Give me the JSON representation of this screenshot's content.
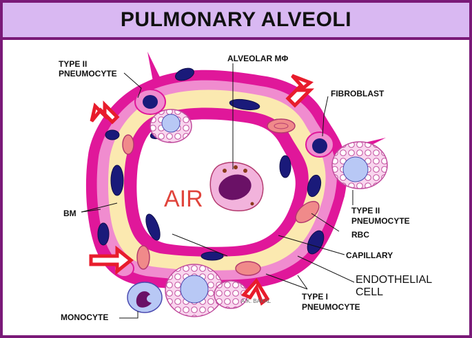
{
  "title": "PULMONARY ALVEOLI",
  "labels": {
    "type2_top_line1": "TYPE II",
    "type2_top_line2": "PNEUMOCYTE",
    "alveolar_macrophage": "ALVEOLAR MΦ",
    "fibroblast": "FIBROBLAST",
    "type2_right_line1": "TYPE II",
    "type2_right_line2": "PNEUMOCYTE",
    "rbc": "RBC",
    "capillary": "CAPILLARY",
    "endothelial_line1": "ENDOTHELIAL",
    "endothelial_line2": "CELL",
    "type1_line1": "TYPE I",
    "type1_line2": "PNEUMOCYTE",
    "bm": "BM",
    "monocyte": "MONOCYTE",
    "air": "AIR",
    "signature": "A.K. BAKAL"
  },
  "colors": {
    "frame": "#7a1a78",
    "title_bg": "#d9b8f2",
    "wall_magenta": "#e0179a",
    "wall_pink": "#f08ccf",
    "capillary_cream": "#fbe9b0",
    "nucleus_navy": "#1a1a7a",
    "rbc_salmon": "#f08a8a",
    "arrow_red": "#e81c2c",
    "macrophage_pink": "#f2b3dc",
    "macrophage_nucleus": "#6a1166",
    "type2_nucleus": "#b8c8f5"
  }
}
